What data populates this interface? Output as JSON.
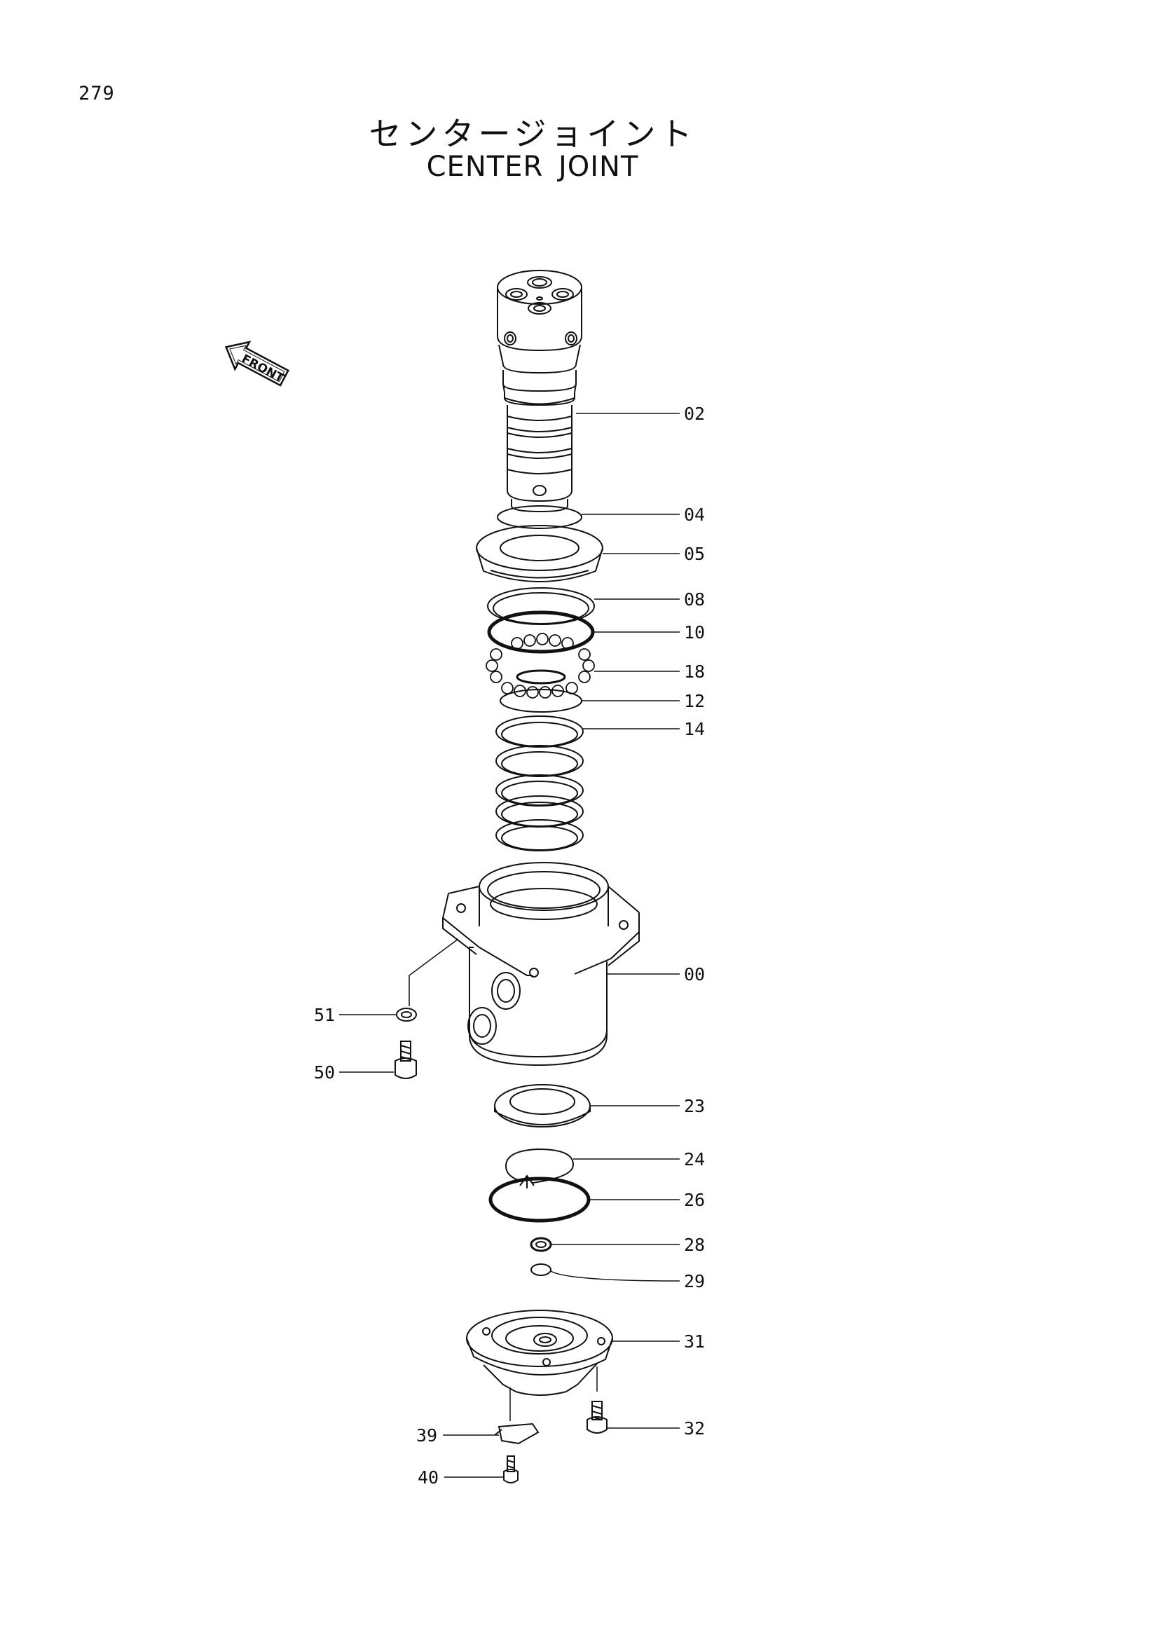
{
  "page": {
    "number": "279"
  },
  "title": {
    "japanese": "センタージョイント",
    "english": "CENTER JOINT"
  },
  "front_indicator": {
    "label": "FRONT"
  },
  "callouts": [
    {
      "id": "c02",
      "label": "02"
    },
    {
      "id": "c04",
      "label": "04"
    },
    {
      "id": "c05",
      "label": "05"
    },
    {
      "id": "c08",
      "label": "08"
    },
    {
      "id": "c10",
      "label": "10"
    },
    {
      "id": "c18",
      "label": "18"
    },
    {
      "id": "c12",
      "label": "12"
    },
    {
      "id": "c14",
      "label": "14"
    },
    {
      "id": "c00",
      "label": "00"
    },
    {
      "id": "c51",
      "label": "51"
    },
    {
      "id": "c50",
      "label": "50"
    },
    {
      "id": "c23",
      "label": "23"
    },
    {
      "id": "c24",
      "label": "24"
    },
    {
      "id": "c26",
      "label": "26"
    },
    {
      "id": "c28",
      "label": "28"
    },
    {
      "id": "c29",
      "label": "29"
    },
    {
      "id": "c31",
      "label": "31"
    },
    {
      "id": "c39",
      "label": "39"
    },
    {
      "id": "c32",
      "label": "32"
    },
    {
      "id": "c40",
      "label": "40"
    }
  ]
}
